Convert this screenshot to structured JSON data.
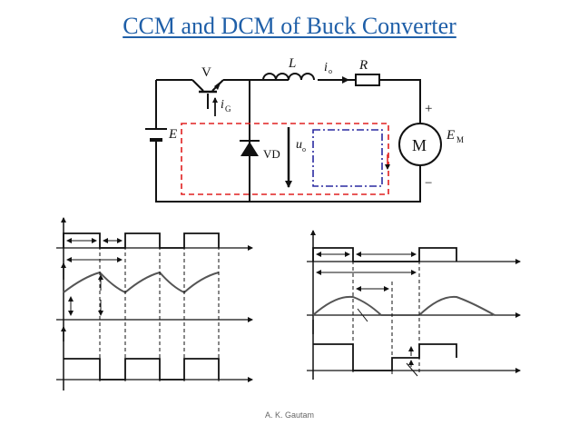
{
  "slide": {
    "title": "CCM and DCM of Buck Converter",
    "footer": "A. K. Gautam"
  },
  "circuit": {
    "switch_label": "V",
    "gate_current_label": "i",
    "gate_current_sub": "G",
    "inductor_label": "L",
    "output_current_label": "i",
    "output_current_sub": "o",
    "resistor_label": "R",
    "source_label": "E",
    "diode_label": "VD",
    "output_voltage_label": "u",
    "output_voltage_sub": "o",
    "motor_label": "M",
    "emf_label": "E",
    "emf_sub": "M",
    "plus_sign": "+",
    "minus_sign": "−"
  },
  "colors": {
    "title": "#1f5fa8",
    "dashed_loop": "#e02020",
    "dashdot_loop": "#2a2aa0",
    "wire": "#111111",
    "waveform_curve": "#555555"
  }
}
